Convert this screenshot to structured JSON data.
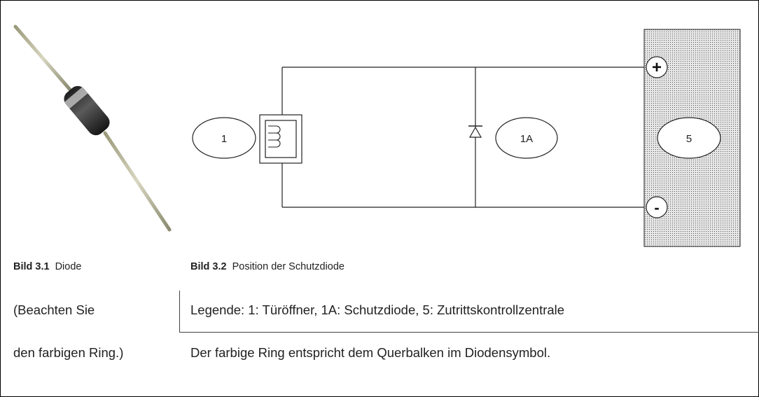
{
  "figure1": {
    "caption_label": "Bild 3.1",
    "caption_title": "Diode"
  },
  "figure2": {
    "caption_label": "Bild 3.2",
    "caption_title": "Position der Schutzdiode",
    "labels": {
      "door_opener": "1",
      "diode": "1A",
      "controller": "5",
      "plus": "+",
      "minus": "-"
    }
  },
  "notes": {
    "left_line1": "(Beachten Sie",
    "left_line2": "den farbigen Ring.)",
    "legend": "Legende: 1: Türöffner, 1A: Schutzdiode, 5: Zutrittskontrollzentrale",
    "ring_note": "Der farbige Ring entspricht dem Querbalken im Diodensymbol."
  }
}
